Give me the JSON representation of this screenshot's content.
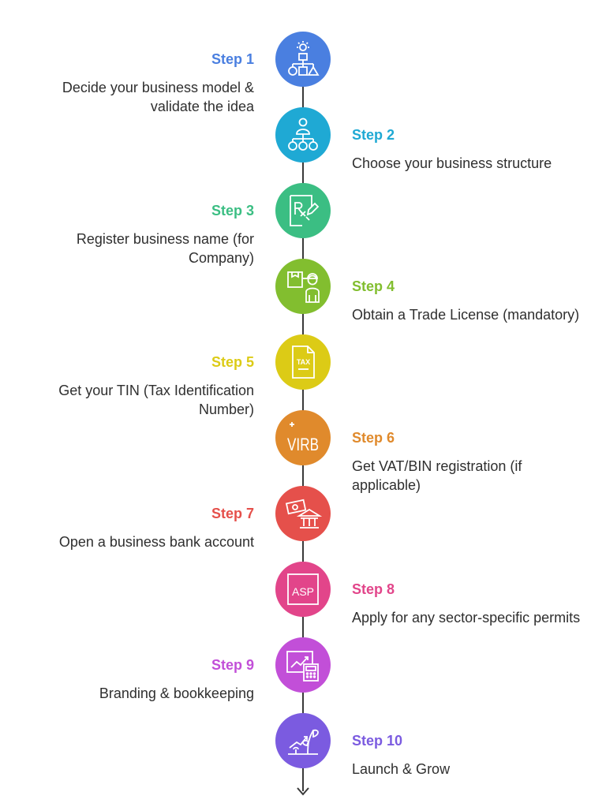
{
  "steps": [
    {
      "title": "Step 1",
      "desc": "Decide your business model & validate the idea",
      "color": "#4A7FE0",
      "icon": "hierarchy-shapes-icon"
    },
    {
      "title": "Step 2",
      "desc": "Choose your business structure",
      "color": "#1FA9D4",
      "icon": "org-structure-icon"
    },
    {
      "title": "Step 3",
      "desc": "Register business name (for Company)",
      "color": "#3BBE83",
      "icon": "registration-document-icon"
    },
    {
      "title": "Step 4",
      "desc": "Obtain a Trade License (mandatory)",
      "color": "#82BE2F",
      "icon": "worker-license-icon"
    },
    {
      "title": "Step 5",
      "desc": "Get your TIN (Tax Identification Number)",
      "color": "#DCCB16",
      "icon": "tax-document-icon"
    },
    {
      "title": "Step 6",
      "desc": "Get VAT/BIN registration (if applicable)",
      "color": "#E08A2C",
      "icon": "virb-text-icon"
    },
    {
      "title": "Step 7",
      "desc": "Open a business bank account",
      "color": "#E5504B",
      "icon": "bank-money-icon"
    },
    {
      "title": "Step 8",
      "desc": "Apply for any sector-specific permits",
      "color": "#E2458A",
      "icon": "asp-permit-icon"
    },
    {
      "title": "Step 9",
      "desc": "Branding & bookkeeping",
      "color": "#C24FD8",
      "icon": "chart-calculator-icon"
    },
    {
      "title": "Step 10",
      "desc": "Launch & Grow",
      "color": "#7B5BE0",
      "icon": "growing-plant-icon"
    }
  ]
}
